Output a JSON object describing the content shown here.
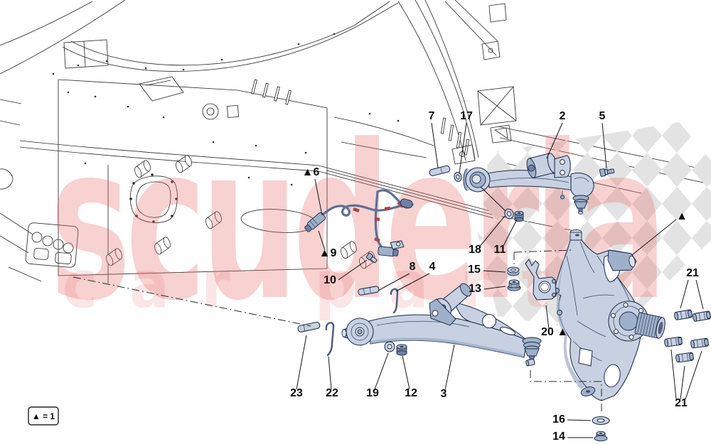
{
  "watermark": {
    "line1": "scuderia",
    "line2": "car parts"
  },
  "legend": {
    "text": "▲ = 1"
  },
  "colors": {
    "part_fill": "#c7d1e2",
    "part_mid": "#9fb0ca",
    "part_dark": "#6f81a3",
    "outline": "#1d2c47",
    "watermark_red": "#e96666",
    "flag_gray": "#e3e3e3",
    "cable": "#5e6f95",
    "cable_band": "#a34b4b",
    "label": "#0b0b0b"
  },
  "callouts": [
    {
      "label": "7"
    },
    {
      "label": "17"
    },
    {
      "label": "2"
    },
    {
      "label": "5"
    },
    {
      "label": "▲6"
    },
    {
      "label": "▲9"
    },
    {
      "label": "10"
    },
    {
      "label": "8"
    },
    {
      "label": "4"
    },
    {
      "label": "18"
    },
    {
      "label": "11"
    },
    {
      "label": "15"
    },
    {
      "label": "13"
    },
    {
      "label": "20 ▲"
    },
    {
      "label": "▲"
    },
    {
      "label": "21"
    },
    {
      "label": "21"
    },
    {
      "label": "16"
    },
    {
      "label": "14"
    },
    {
      "label": "23"
    },
    {
      "label": "22"
    },
    {
      "label": "19"
    },
    {
      "label": "12"
    },
    {
      "label": "3"
    }
  ]
}
